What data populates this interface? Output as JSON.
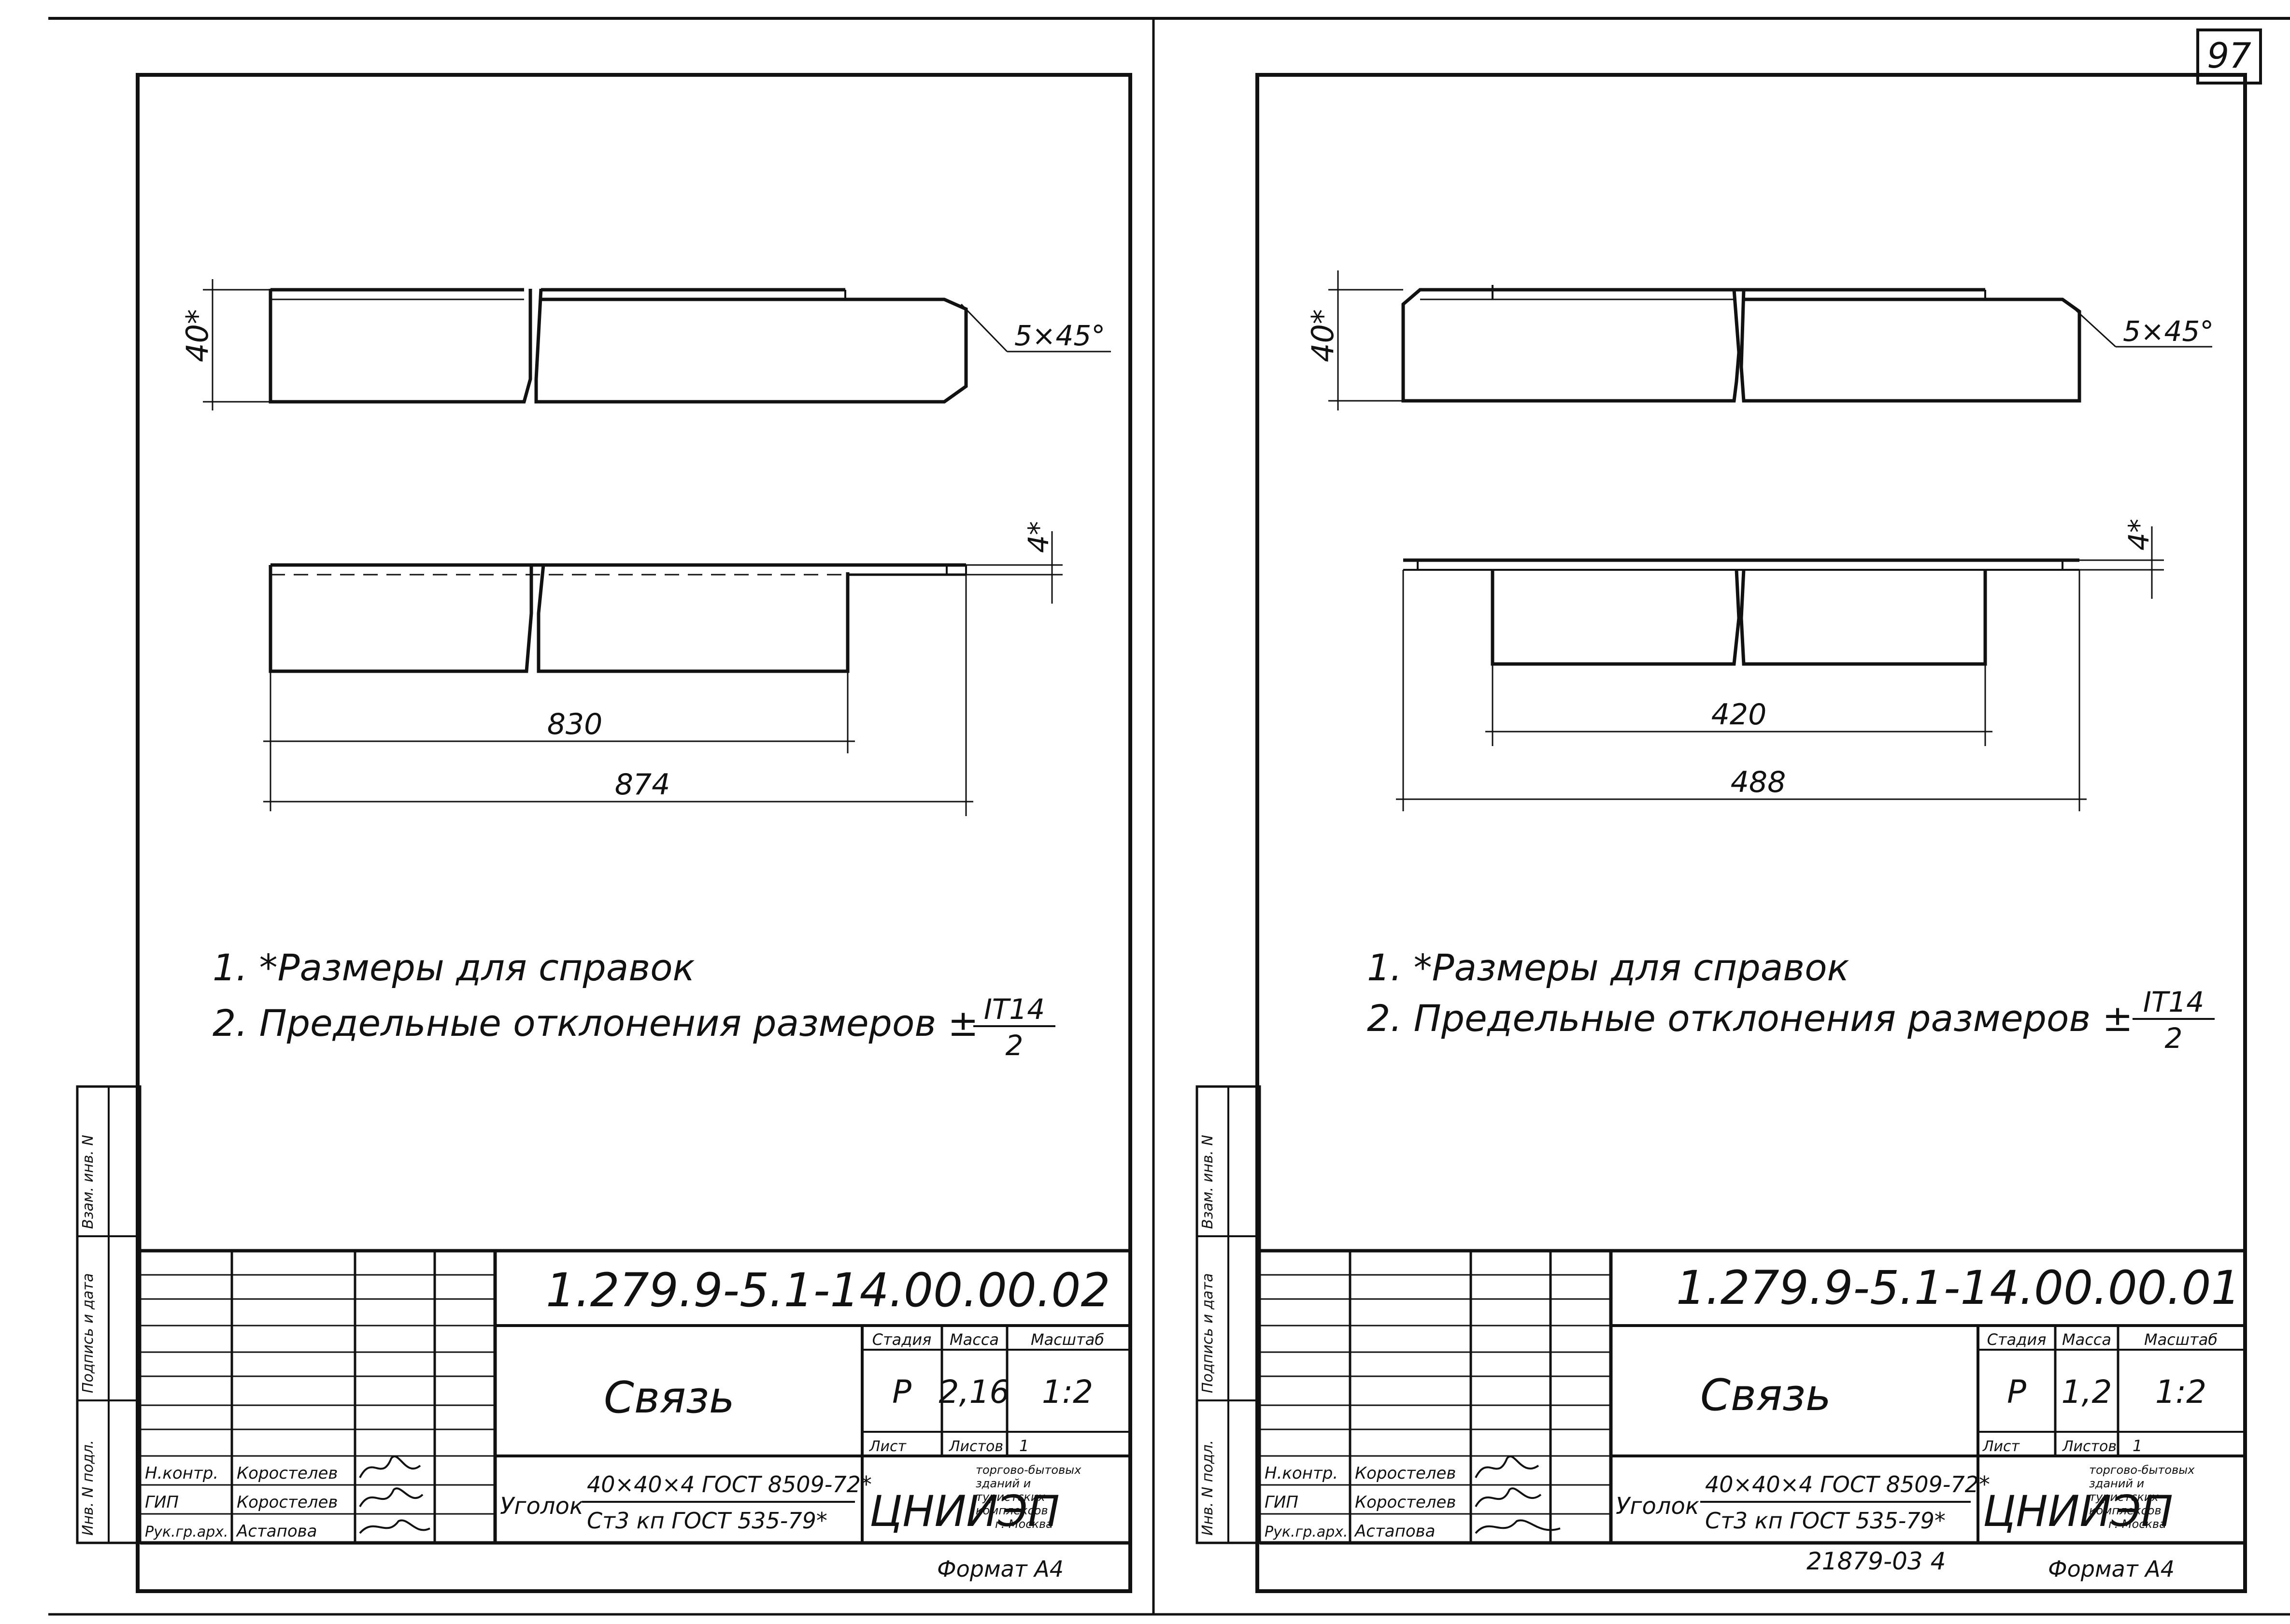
{
  "page_number": "97",
  "sheets": [
    {
      "dim_height": "40*",
      "chamfer": "5×45°",
      "dim_thickness": "4*",
      "dim_inner": "830",
      "dim_overall": "874",
      "note1": "1. *Размеры для справок",
      "note2": "2. Предельные отклонения размеров ±",
      "tol_num": "IT14",
      "tol_den": "2",
      "side_labels": [
        "Инв. N подл.",
        "Подпись и дата",
        "Взам. инв. N"
      ],
      "doc_number": "1.279.9-5.1-14.00.00.02",
      "title": "Связь",
      "stage_header": "Стадия",
      "mass_header": "Масса",
      "scale_header": "Масштаб",
      "stage": "Р",
      "mass": "2,16",
      "scale": "1:2",
      "sheet_label": "Лист",
      "sheets_label": "Листов",
      "sheets_count": "1",
      "roles": [
        "Н.контр.",
        "ГИП",
        "Рук.гр.арх."
      ],
      "names": [
        "Коростелев",
        "Коростелев",
        "Астапова"
      ],
      "material_prefix": "Уголок",
      "material_top": "40×40×4 ГОСТ 8509-72*",
      "material_bottom": "Ст3 кп ГОСТ 535-79*",
      "org_logo": "ЦНИИЭП",
      "org_line1": "торгово-бытовых",
      "org_line2": "зданий и",
      "org_line3": "туристских",
      "org_line4": "комплексов",
      "org_line5": "г. Москва",
      "format_label": "Формат А4",
      "stamp_code": ""
    },
    {
      "dim_height": "40*",
      "chamfer": "5×45°",
      "dim_thickness": "4*",
      "dim_inner": "420",
      "dim_overall": "488",
      "note1": "1. *Размеры для справок",
      "note2": "2. Предельные отклонения размеров ±",
      "tol_num": "IT14",
      "tol_den": "2",
      "side_labels": [
        "Инв. N подл.",
        "Подпись и дата",
        "Взам. инв. N"
      ],
      "doc_number": "1.279.9-5.1-14.00.00.01",
      "title": "Связь",
      "stage_header": "Стадия",
      "mass_header": "Масса",
      "scale_header": "Масштаб",
      "stage": "Р",
      "mass": "1,2",
      "scale": "1:2",
      "sheet_label": "Лист",
      "sheets_label": "Листов",
      "sheets_count": "1",
      "roles": [
        "Н.контр.",
        "ГИП",
        "Рук.гр.арх."
      ],
      "names": [
        "Коростелев",
        "Коростелев",
        "Астапова"
      ],
      "material_prefix": "Уголок",
      "material_top": "40×40×4 ГОСТ 8509-72*",
      "material_bottom": "Ст3 кп ГОСТ 535-79*",
      "org_logo": "ЦНИИЭП",
      "org_line1": "торгово-бытовых",
      "org_line2": "зданий и",
      "org_line3": "туристских",
      "org_line4": "комплексов",
      "org_line5": "г. Москва",
      "format_label": "Формат А4",
      "stamp_code": "21879-03   4"
    }
  ]
}
